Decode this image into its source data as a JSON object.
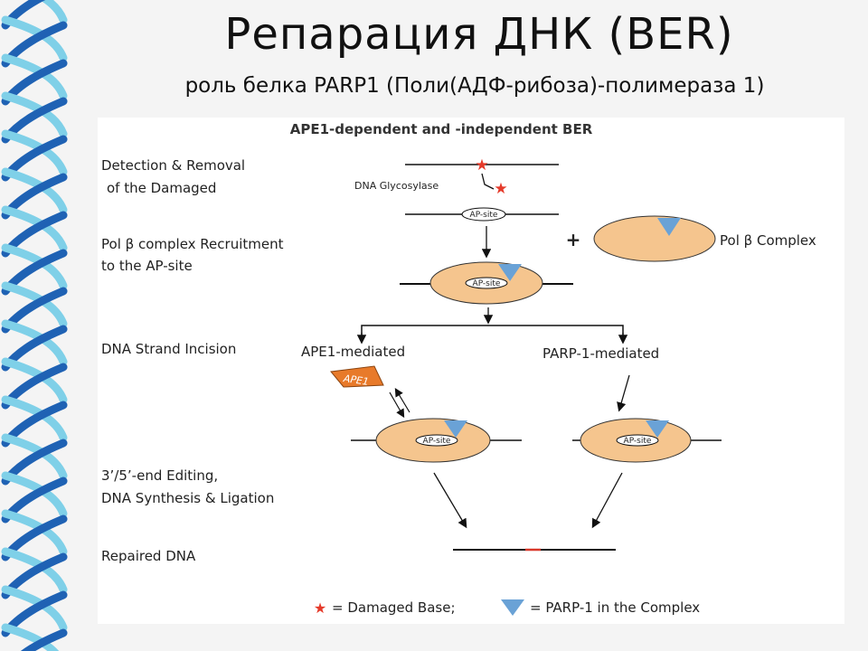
{
  "title": "Репарация ДНК (BER)",
  "subtitle": "роль белка PARP1 (Поли(АДФ-рибоза)-полимераза 1)",
  "figure": {
    "heading": "APE1-dependent and -independent BER",
    "stages": {
      "detection_1": "Detection & Removal",
      "detection_2": "of the Damaged",
      "recruit_1": "Pol β complex Recruitment",
      "recruit_2": "to the AP-site",
      "incision": "DNA Strand Incision",
      "editing_1": "3’/5’-end Editing,",
      "editing_2": "DNA Synthesis & Ligation",
      "repaired": "Repaired DNA"
    },
    "enzyme_glycosylase": "DNA Glycosylase",
    "ap_site": "AP-site",
    "plus": "+",
    "pol_complex": "Pol β Complex",
    "ape1_mediated": "APE1-mediated",
    "parp1_mediated": "PARP-1-mediated",
    "ape1": "APE1",
    "legend": {
      "damaged": "= Damaged Base;",
      "parp": "= PARP-1 in the Complex"
    }
  },
  "colors": {
    "complex_fill": "#f5c58e",
    "parp_triangle": "#6aa2d6",
    "damage_star": "#e53a2a",
    "ape1_fill": "#e87a2a",
    "helix_light": "#7fd0e8",
    "helix_dark": "#1f62b4"
  }
}
